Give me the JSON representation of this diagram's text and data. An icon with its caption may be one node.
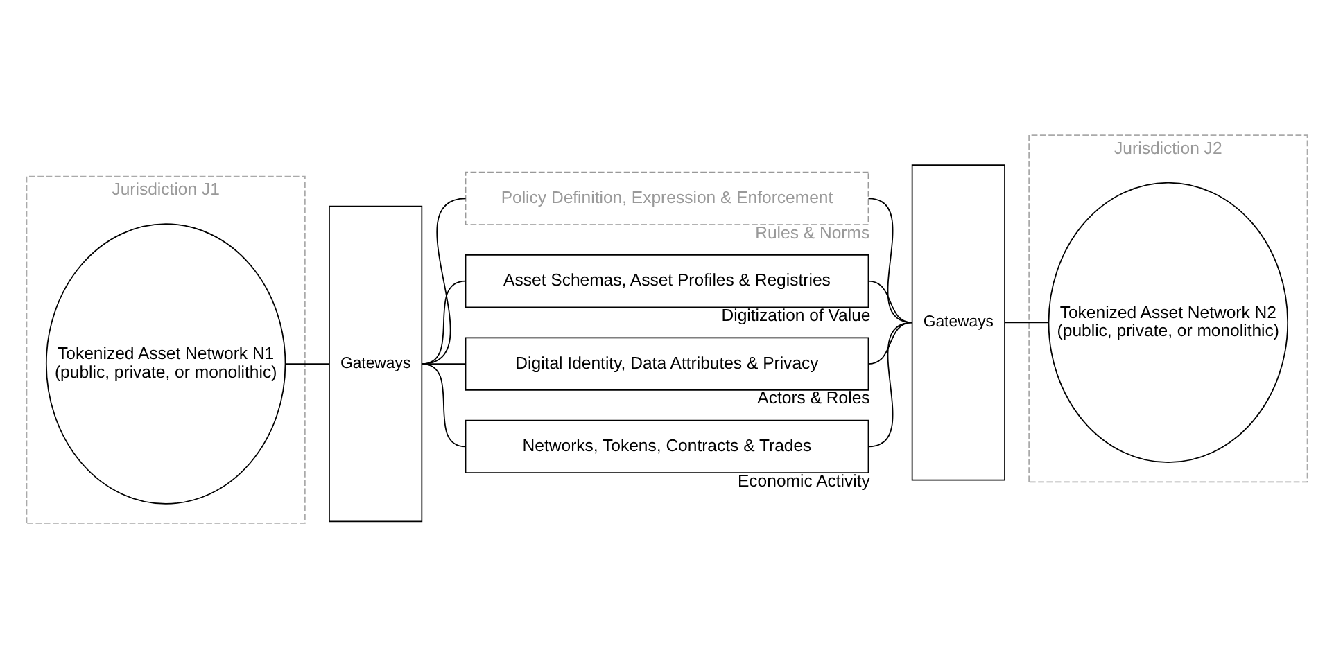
{
  "diagram": {
    "nodes": [
      {
        "text": [
          "Jurisdiction J1"
        ]
      },
      {
        "text": [
          "Tokenized Asset Network N1",
          "(public, private, or monolithic)"
        ],
        "in": 0
      },
      {
        "text": [
          "Gateways"
        ]
      },
      {
        "text": [
          "Policy Definition, Expression & Enforcement"
        ],
        "beside": [
          "Rules & Norms"
        ]
      },
      {
        "text": [
          "Asset Schemas, Asset Profiles & Registries"
        ],
        "beside": [
          "Digitization of Value"
        ]
      },
      {
        "text": [
          "Digital Identity, Data Attributes & Privacy"
        ],
        "beside": [
          "Actors & Roles"
        ]
      },
      {
        "text": [
          "Networks, Tokens, Contracts & Trades"
        ],
        "beside": [
          "Economic Activity"
        ]
      },
      {
        "text": [
          "Gateways"
        ]
      },
      {
        "text": [
          "Jurisdiction J2"
        ]
      },
      {
        "text": [
          "Tokenized Asset Network N2",
          "(public, private, or monolithic)"
        ],
        "in": 8
      }
    ],
    "edges": [
      {
        "from": 1,
        "to": 2,
        "arrow": "none"
      },
      {
        "from": 2,
        "to": 3,
        "arrow": "none"
      },
      {
        "from": 3,
        "to": 7,
        "arrow": "none"
      },
      {
        "from": 2,
        "to": 4,
        "arrow": "none"
      },
      {
        "from": 4,
        "to": 7,
        "arrow": "none"
      },
      {
        "from": 2,
        "to": 5,
        "arrow": "none"
      },
      {
        "from": 5,
        "to": 7,
        "arrow": "none"
      },
      {
        "from": 2,
        "to": 6,
        "arrow": "none"
      },
      {
        "from": 6,
        "to": 7,
        "arrow": "none"
      },
      {
        "from": 7,
        "to": 9,
        "arrow": "none"
      }
    ]
  }
}
